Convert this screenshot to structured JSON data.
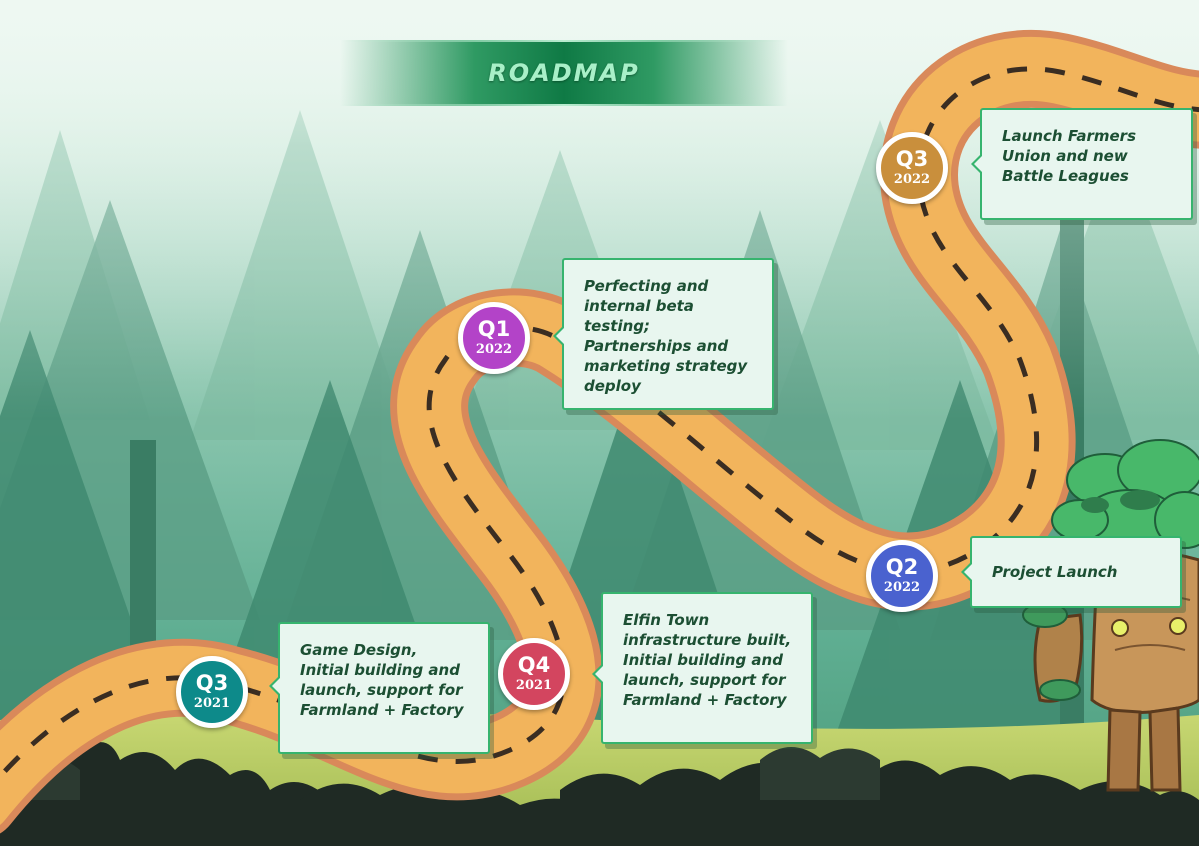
{
  "title": "ROADMAP",
  "milestones": [
    {
      "quarter": "Q3",
      "year": "2021",
      "color": "#0d8a8a",
      "text": "Game Design, Initial building and launch, support for Farmland + Factory"
    },
    {
      "quarter": "Q4",
      "year": "2021",
      "color": "#d3455f",
      "text": "Elfin Town infrastructure built, Initial building and launch, support for Farmland + Factory"
    },
    {
      "quarter": "Q1",
      "year": "2022",
      "color": "#b343c8",
      "text": "Perfecting and internal beta testing; Partnerships and marketing strategy deploy"
    },
    {
      "quarter": "Q2",
      "year": "2022",
      "color": "#4a62cf",
      "text": "Project Launch"
    },
    {
      "quarter": "Q3",
      "year": "2022",
      "color": "#c98f3c",
      "text": "Launch Farmers Union and new Battle Leagues"
    }
  ],
  "colors": {
    "road": "#f2b45c",
    "road_edge": "#d9895a",
    "road_dash": "#3a2d22",
    "card_border": "#36b46e",
    "card_bg": "#e8f6ef",
    "card_text": "#1c4f33",
    "title_text": "#a8f0c8"
  },
  "icons": {
    "mascot": "tree-creature-mascot",
    "decoration": "jungle-foliage"
  }
}
